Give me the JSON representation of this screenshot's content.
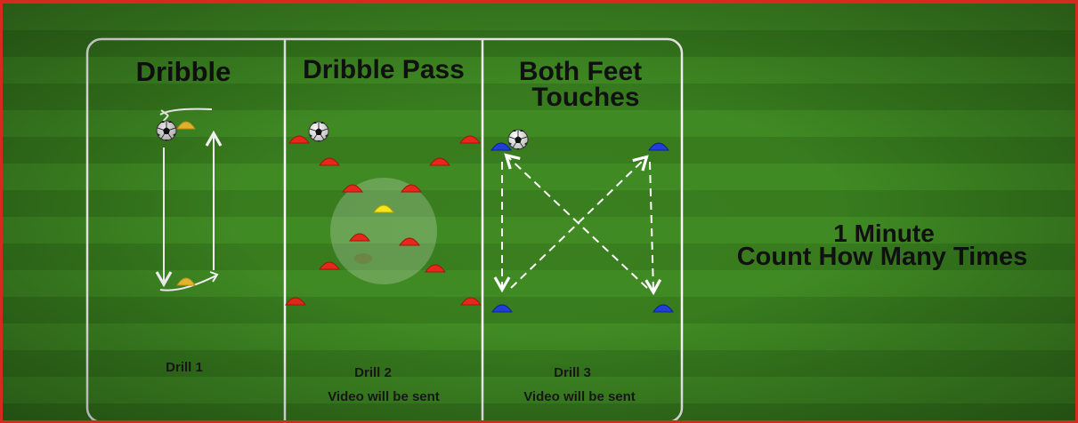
{
  "drills": [
    {
      "title_line1": "Dribble",
      "title_line2": "",
      "caption_line1": "Drill 1",
      "caption_line2": ""
    },
    {
      "title_line1": "Dribble Pass",
      "title_line2": "",
      "caption_line1": "Drill 2",
      "caption_line2": "Video will be sent"
    },
    {
      "title_line1": "Both Feet",
      "title_line2": "Touches",
      "caption_line1": "Drill 3",
      "caption_line2": "Video will be sent"
    }
  ],
  "instruction": {
    "line1": "1 Minute",
    "line2": "Count How Many Times"
  },
  "colors": {
    "field_border": "#d42b1f",
    "cone_yellow": "#f2c230",
    "cone_red": "#e8261a",
    "cone_blue": "#1f3fd6",
    "center_cone": "#f7e61c"
  }
}
